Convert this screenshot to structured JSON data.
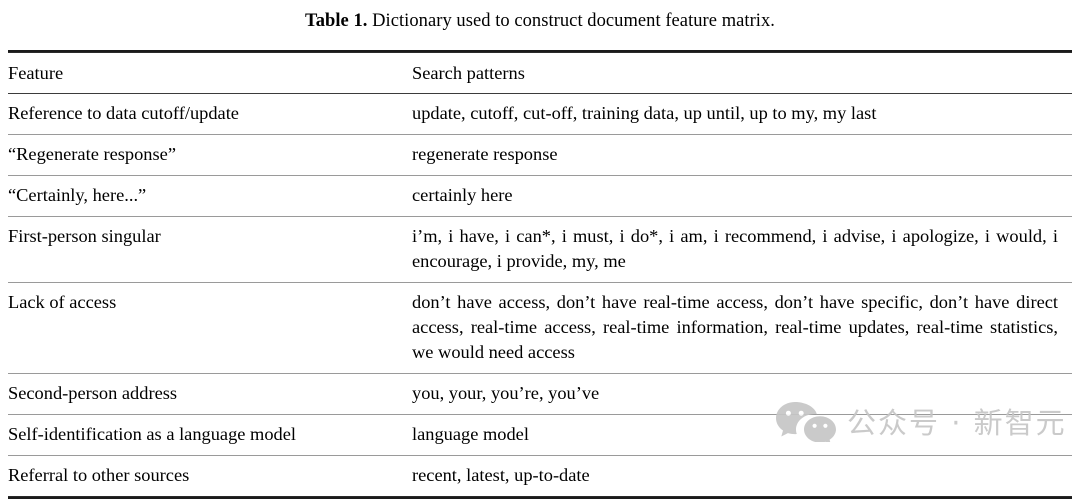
{
  "caption": {
    "tag": "Table 1.",
    "text": " Dictionary used to construct document feature matrix."
  },
  "table": {
    "headers": {
      "feature": "Feature",
      "patterns": "Search patterns"
    },
    "rows": [
      {
        "feature": "Reference to data cutoff/update",
        "patterns": "update, cutoff, cut-off, training data, up until, up to my, my last"
      },
      {
        "feature": "“Regenerate response”",
        "patterns": "regenerate response"
      },
      {
        "feature": "“Certainly, here...”",
        "patterns": "certainly here"
      },
      {
        "feature": "First-person singular",
        "patterns": "i’m, i have, i can*, i must, i do*, i am, i recommend, i advise, i apologize, i would, i encourage, i provide, my, me"
      },
      {
        "feature": "Lack of access",
        "patterns": "don’t have access, don’t have real-time access, don’t have specific, don’t have direct access, real-time access, real-time information, real-time updates, real-time statistics, we would need access"
      },
      {
        "feature": "Second-person address",
        "patterns": "you, your, you’re, you’ve"
      },
      {
        "feature": "Self-identification as a language model",
        "patterns": "language model"
      },
      {
        "feature": "Referral to other sources",
        "patterns": "recent, latest, up-to-date"
      }
    ]
  },
  "watermark": {
    "text": "公众号 · 新智元",
    "icon": "wechat-logo-icon",
    "color": "#c6c6c6"
  }
}
